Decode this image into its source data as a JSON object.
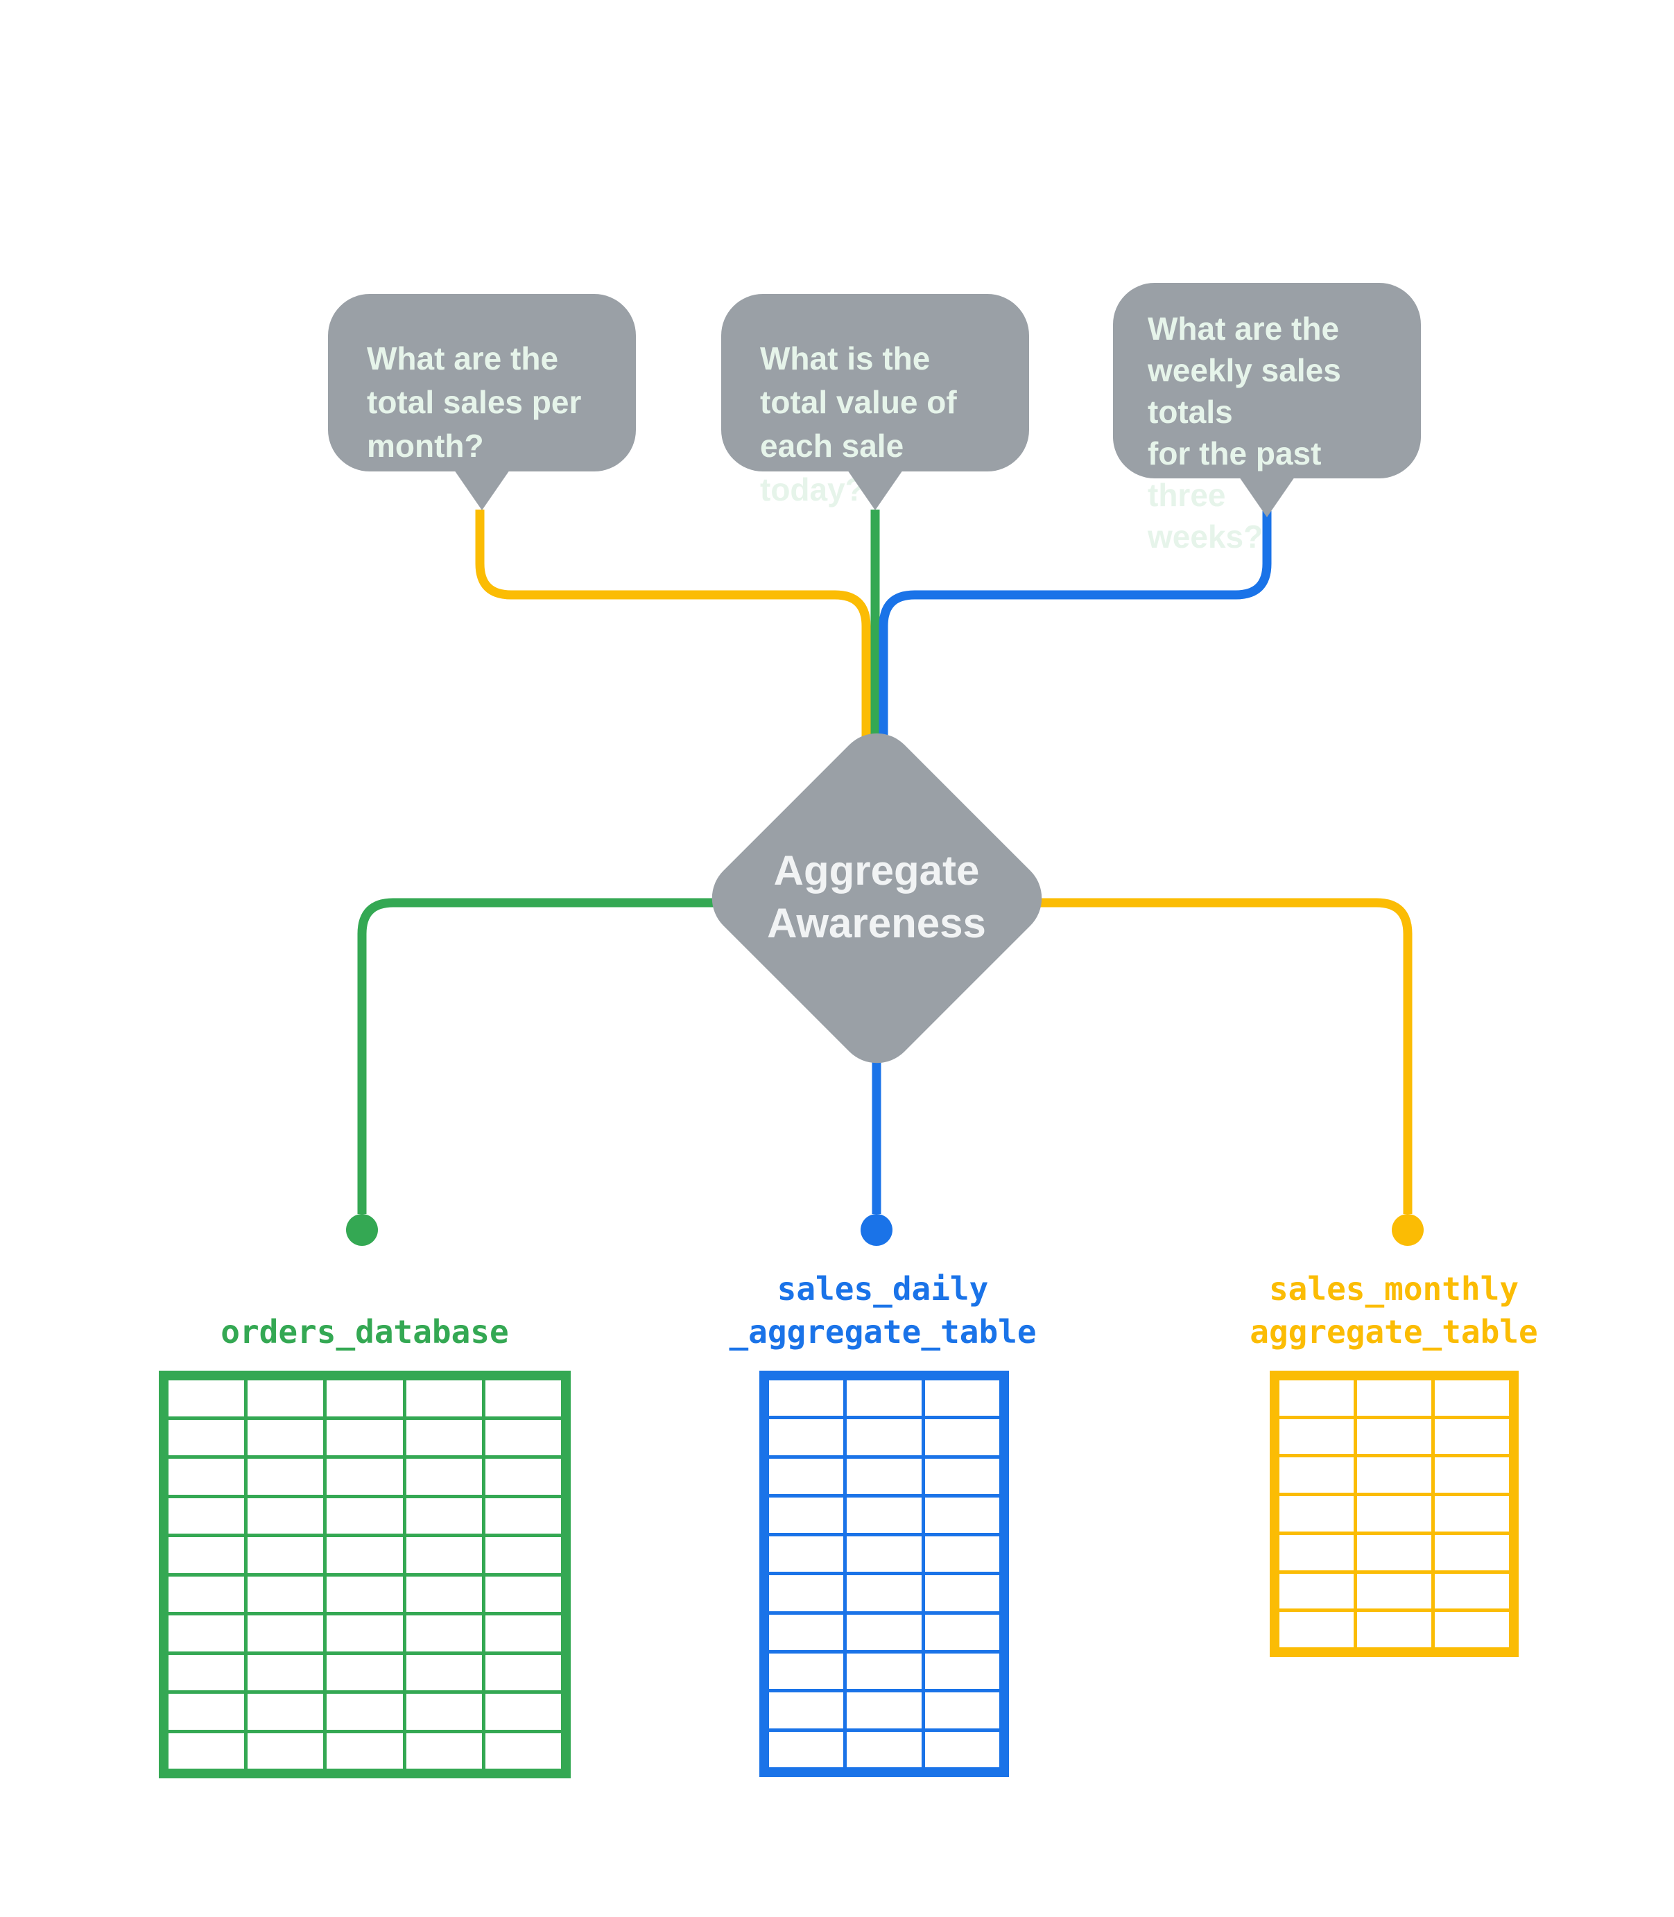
{
  "colors": {
    "bubble_gray": "#9AA0A6",
    "bubble_text": "#E6F4EA",
    "diamond_text": "#F1F3F4",
    "green": "#34A853",
    "yellow": "#FBBC04",
    "blue": "#1A73E8"
  },
  "bubbles": [
    {
      "id": "monthly-sales-question",
      "lines": [
        "What are the",
        "total sales per",
        "month?"
      ]
    },
    {
      "id": "daily-sale-value-question",
      "lines": [
        "What is the",
        "total value of",
        "each sale today?"
      ]
    },
    {
      "id": "weekly-totals-question",
      "lines": [
        "What are the",
        "weekly sales totals",
        "for the past three",
        "weeks?"
      ]
    }
  ],
  "diamond": {
    "lines": [
      "Aggregate",
      "Awareness"
    ]
  },
  "datastores": [
    {
      "id": "orders-database",
      "label_lines": [
        "orders_database"
      ],
      "color": "#34A853",
      "columns": 5,
      "rows": 10
    },
    {
      "id": "sales-daily-aggregate-table",
      "label_lines": [
        "sales_daily",
        "_aggregate_table"
      ],
      "color": "#1A73E8",
      "columns": 3,
      "rows": 10
    },
    {
      "id": "sales-monthly-aggregate-table",
      "label_lines": [
        "sales_monthly",
        "aggregate_table"
      ],
      "color": "#FBBC04",
      "columns": 3,
      "rows": 7
    }
  ]
}
